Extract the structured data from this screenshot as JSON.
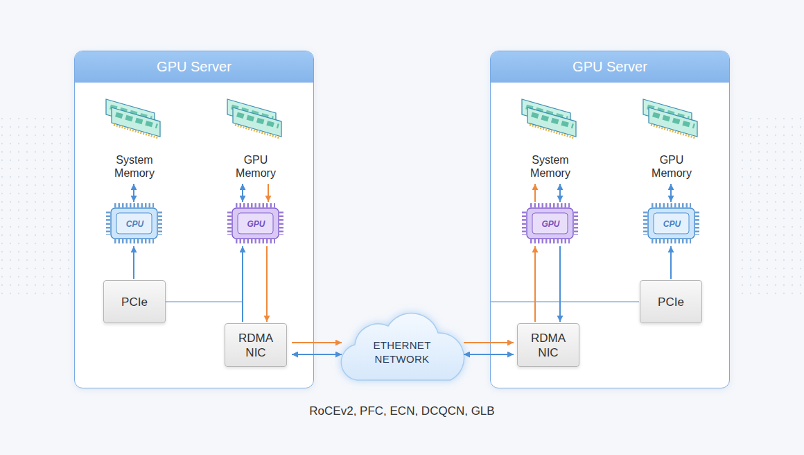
{
  "diagram": {
    "caption": "RoCEv2, PFC, ECN, DCQCN, GLB",
    "nodes": [
      {
        "text": [
          "GPU Server"
        ]
      },
      {
        "text": [
          "System Memory"
        ],
        "in": 0
      },
      {
        "text": [
          "GPU Memory"
        ],
        "in": 0
      },
      {
        "text": [
          "CPU"
        ],
        "in": 0
      },
      {
        "text": [
          "GPU"
        ],
        "in": 0
      },
      {
        "text": [
          "PCIe"
        ],
        "in": 0
      },
      {
        "text": [
          "RDMA NIC"
        ],
        "in": 0
      },
      {
        "text": [
          "ETHERNET NETWORK"
        ]
      },
      {
        "text": [
          "GPU Server"
        ]
      },
      {
        "text": [
          "System Memory"
        ],
        "in": 8
      },
      {
        "text": [
          "GPU Memory"
        ],
        "in": 8
      },
      {
        "text": [
          "GPU"
        ],
        "in": 8
      },
      {
        "text": [
          "CPU"
        ],
        "in": 8
      },
      {
        "text": [
          "PCIe"
        ],
        "in": 8
      },
      {
        "text": [
          "RDMA NIC"
        ],
        "in": 8
      }
    ],
    "edges": [
      {
        "from": 1,
        "to": 3,
        "arrow": "both"
      },
      {
        "from": 2,
        "to": 4,
        "arrow": "both"
      },
      {
        "from": 2,
        "to": 4,
        "arrow": "to"
      },
      {
        "from": 5,
        "to": 3,
        "arrow": "to"
      },
      {
        "from": 6,
        "to": 4,
        "arrow": "to"
      },
      {
        "from": 4,
        "to": 6,
        "arrow": "to"
      },
      {
        "from": 6,
        "to": 7,
        "arrow": "to"
      },
      {
        "from": 6,
        "to": 7,
        "arrow": "both"
      },
      {
        "from": 7,
        "to": 14,
        "arrow": "to"
      },
      {
        "from": 7,
        "to": 14,
        "arrow": "both"
      },
      {
        "from": 14,
        "to": 11,
        "arrow": "to"
      },
      {
        "from": 11,
        "to": 14,
        "arrow": "to"
      },
      {
        "from": 11,
        "to": 9,
        "arrow": "to"
      },
      {
        "from": 9,
        "to": 11,
        "arrow": "both"
      },
      {
        "from": 10,
        "to": 12,
        "arrow": "both"
      },
      {
        "from": 13,
        "to": 12,
        "arrow": "to"
      }
    ]
  }
}
